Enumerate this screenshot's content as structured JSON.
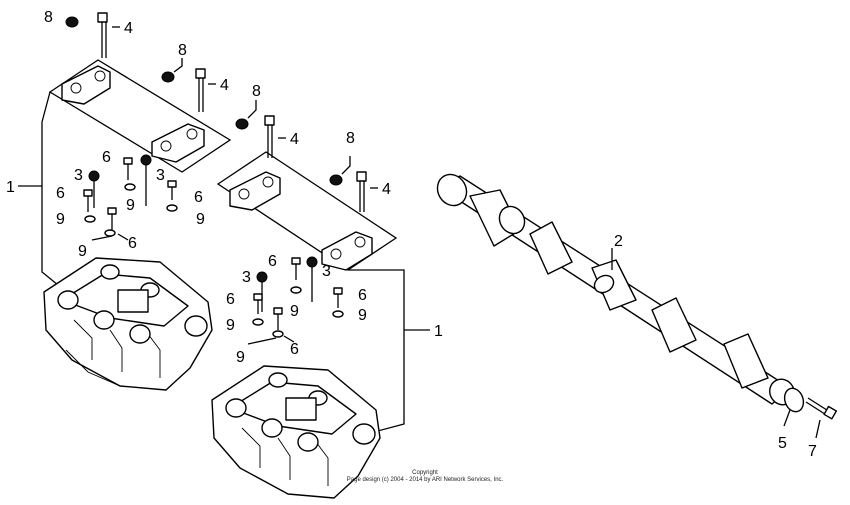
{
  "callouts": {
    "c1a": "1",
    "c1b": "1",
    "c2": "2",
    "c3a": "3",
    "c3b": "3",
    "c3c": "3",
    "c3d": "3",
    "c4a": "4",
    "c4b": "4",
    "c4c": "4",
    "c4d": "4",
    "c5": "5",
    "c6a": "6",
    "c6b": "6",
    "c6c": "6",
    "c6d": "6",
    "c6e": "6",
    "c6f": "6",
    "c6g": "6",
    "c6h": "6",
    "c7": "7",
    "c8a": "8",
    "c8b": "8",
    "c8c": "8",
    "c8d": "8",
    "c9a": "9",
    "c9b": "9",
    "c9c": "9",
    "c9d": "9",
    "c9e": "9",
    "c9f": "9",
    "c9g": "9",
    "c9h": "9"
  },
  "copyright": {
    "line1": "Copyright",
    "line2": "Page design (c) 2004 - 2014 by ARI Network Services, Inc."
  }
}
